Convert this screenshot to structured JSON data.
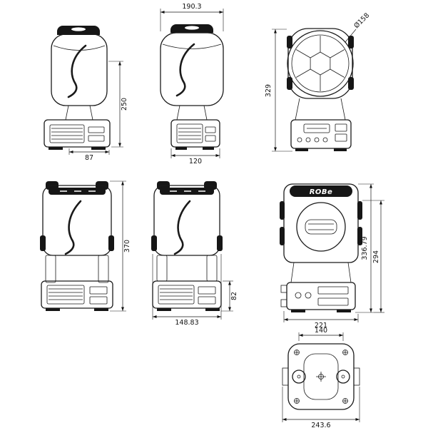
{
  "drawing": {
    "brand_logo": "ROBe",
    "dims": {
      "side_a_height": "250",
      "side_a_width": "87",
      "front_b_head_width": "190.3",
      "front_b_base_width": "120",
      "lens_diameter": "Ø158",
      "front_c_height": "329",
      "side_d_height": "370",
      "front_e_width": "148.83",
      "front_e_base_height": "82",
      "rear_height_total": "336.79",
      "rear_height_body": "294",
      "rear_width": "221",
      "bottom_hole_spacing": "140",
      "bottom_width": "243.6"
    }
  }
}
